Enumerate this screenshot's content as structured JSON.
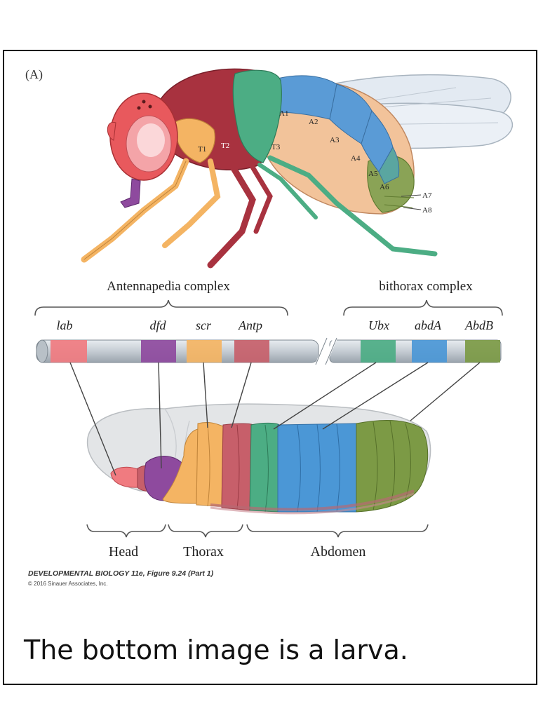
{
  "panel_label": "(A)",
  "segments_adult": {
    "thorax": [
      "T1",
      "T2",
      "T3"
    ],
    "abdomen": [
      "A1",
      "A2",
      "A3",
      "A4",
      "A5",
      "A6",
      "A7",
      "A8"
    ]
  },
  "complexes": {
    "antennapedia": "Antennapedia complex",
    "bithorax": "bithorax complex"
  },
  "genes": [
    {
      "name": "lab",
      "color": "#f07b80"
    },
    {
      "name": "dfd",
      "color": "#8e4a9e"
    },
    {
      "name": "scr",
      "color": "#f4b463"
    },
    {
      "name": "Antp",
      "color": "#c75f6a"
    },
    {
      "name": "Ubx",
      "color": "#4cad84"
    },
    {
      "name": "abdA",
      "color": "#4b97d6"
    },
    {
      "name": "AbdB",
      "color": "#7c9a45"
    }
  ],
  "body_regions": {
    "head": "Head",
    "thorax": "Thorax",
    "abdomen": "Abdomen"
  },
  "credit": {
    "line1": "DEVELOPMENTAL BIOLOGY 11e, Figure 9.24 (Part 1)",
    "line2": "© 2016 Sinauer Associates, Inc."
  },
  "caption": "The bottom image is a larva.",
  "colors": {
    "head_red": "#e8595d",
    "thorax_maroon": "#a8323f",
    "abdomen_peach": "#f2c39a",
    "wing": "#d8e3ef",
    "chromosome": "#c9d0d6"
  }
}
